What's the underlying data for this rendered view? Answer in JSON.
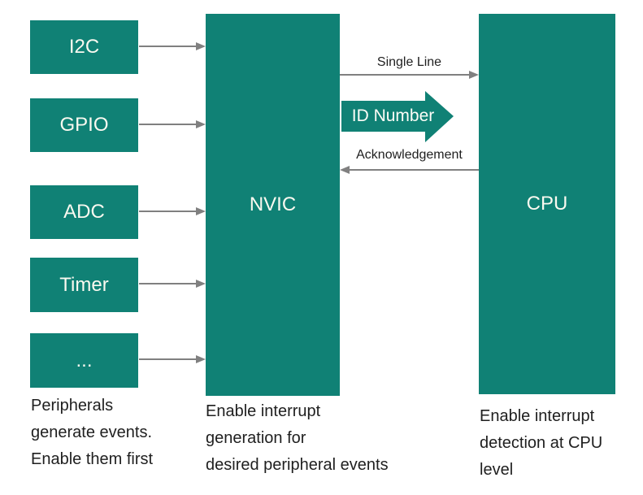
{
  "diagram": {
    "title_semantic": "NVIC interrupt flow diagram",
    "peripherals": [
      {
        "label": "I2C"
      },
      {
        "label": "GPIO"
      },
      {
        "label": "ADC"
      },
      {
        "label": "Timer"
      },
      {
        "label": "..."
      }
    ],
    "nvic": {
      "label": "NVIC"
    },
    "cpu": {
      "label": "CPU"
    },
    "connections": {
      "single_line_label": "Single Line",
      "id_number_label": "ID Number",
      "acknowledgement_label": "Acknowledgement"
    },
    "captions": {
      "peripherals_note": {
        "lines": [
          "Peripherals",
          "generate events.",
          "Enable them first"
        ]
      },
      "nvic_note": {
        "lines": [
          "Enable interrupt",
          "generation for",
          "desired peripheral events"
        ]
      },
      "cpu_note": {
        "lines": [
          "Enable interrupt",
          "detection at CPU",
          "level"
        ]
      }
    },
    "colors": {
      "teal": "#108175",
      "arrow_gray": "#808080",
      "box_text": "#FAF9F0",
      "label_text": "#1f1f1f",
      "background": "#ffffff"
    }
  }
}
